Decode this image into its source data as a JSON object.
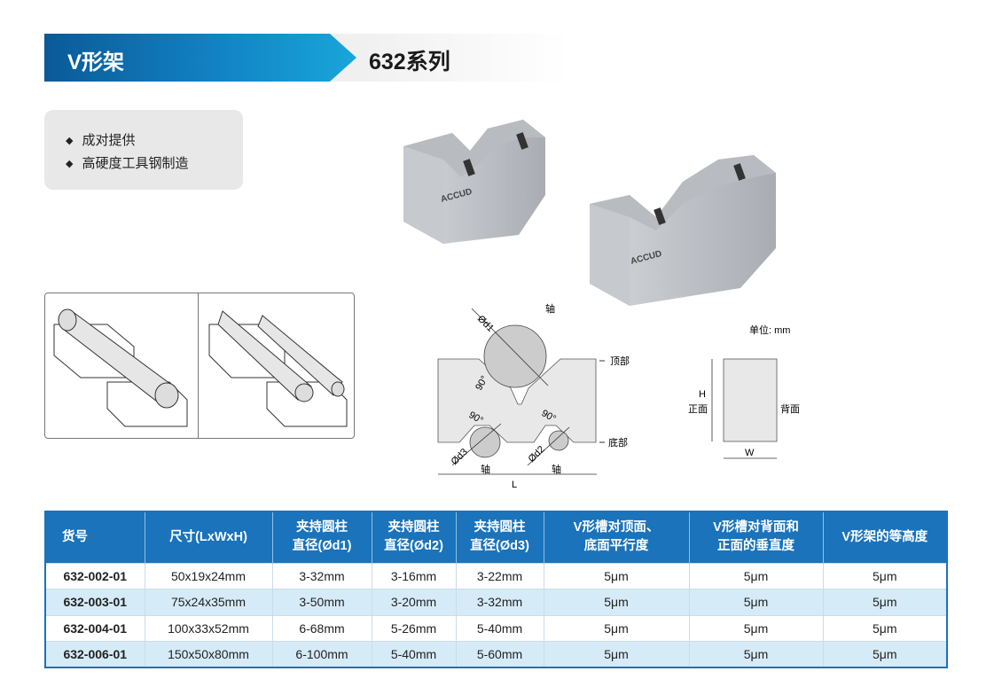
{
  "header": {
    "title": "V形架",
    "series": "632系列"
  },
  "features": [
    "成对提供",
    "高硬度工具钢制造"
  ],
  "product": {
    "brand": "ACCUD"
  },
  "diagram": {
    "d1": "Ød1",
    "d2": "Ød2",
    "d3": "Ød3",
    "shaft": "轴",
    "angle": "90°",
    "top": "顶部",
    "bottom": "底部",
    "length": "L",
    "unit": "单位: mm",
    "height": "H",
    "front": "正面",
    "back": "背面",
    "width": "W"
  },
  "colors": {
    "brand_blue": "#1a73bb",
    "row_alt": "#d6ebf8"
  },
  "table": {
    "headers": [
      "货号",
      "尺寸(LxWxH)",
      "夹持圆柱\n直径(Ød1)",
      "夹持圆柱\n直径(Ød2)",
      "夹持圆柱\n直径(Ød3)",
      "V形槽对顶面、\n底面平行度",
      "V形槽对背面和\n正面的垂直度",
      "V形架的等高度"
    ],
    "rows": [
      [
        "632-002-01",
        "50x19x24mm",
        "3-32mm",
        "3-16mm",
        "3-22mm",
        "5μm",
        "5μm",
        "5μm"
      ],
      [
        "632-003-01",
        "75x24x35mm",
        "3-50mm",
        "3-20mm",
        "3-32mm",
        "5μm",
        "5μm",
        "5μm"
      ],
      [
        "632-004-01",
        "100x33x52mm",
        "6-68mm",
        "5-26mm",
        "5-40mm",
        "5μm",
        "5μm",
        "5μm"
      ],
      [
        "632-006-01",
        "150x50x80mm",
        "6-100mm",
        "5-40mm",
        "5-60mm",
        "5μm",
        "5μm",
        "5μm"
      ]
    ]
  }
}
